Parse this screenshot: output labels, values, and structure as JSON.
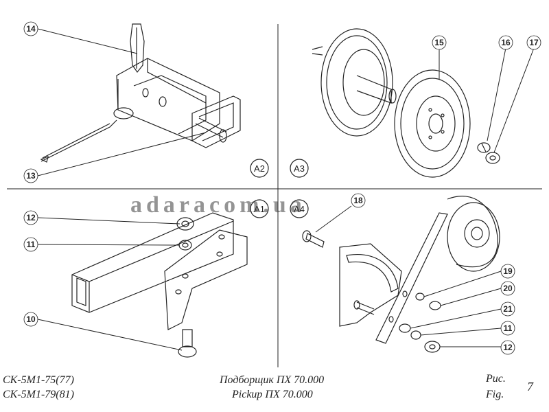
{
  "watermark": "adaracom.ua",
  "views": [
    "A2",
    "A3",
    "A1",
    "A4"
  ],
  "callouts": {
    "c14": "14",
    "c13": "13",
    "c15": "15",
    "c16": "16",
    "c17": "17",
    "c12a": "12",
    "c11a": "11",
    "c10": "10",
    "c18": "18",
    "c19": "19",
    "c20": "20",
    "c21": "21",
    "c11b": "11",
    "c12b": "12"
  },
  "footer": {
    "model_1": "СК-5М1-75(77)",
    "model_2": "СК-5М1-79(81)",
    "title_ru": "Подборщик ПХ 70.000",
    "title_en": "Pickup ПХ 70.000",
    "fig_ru": "Рис.",
    "fig_en": "Fig.",
    "fig_number": "7"
  }
}
